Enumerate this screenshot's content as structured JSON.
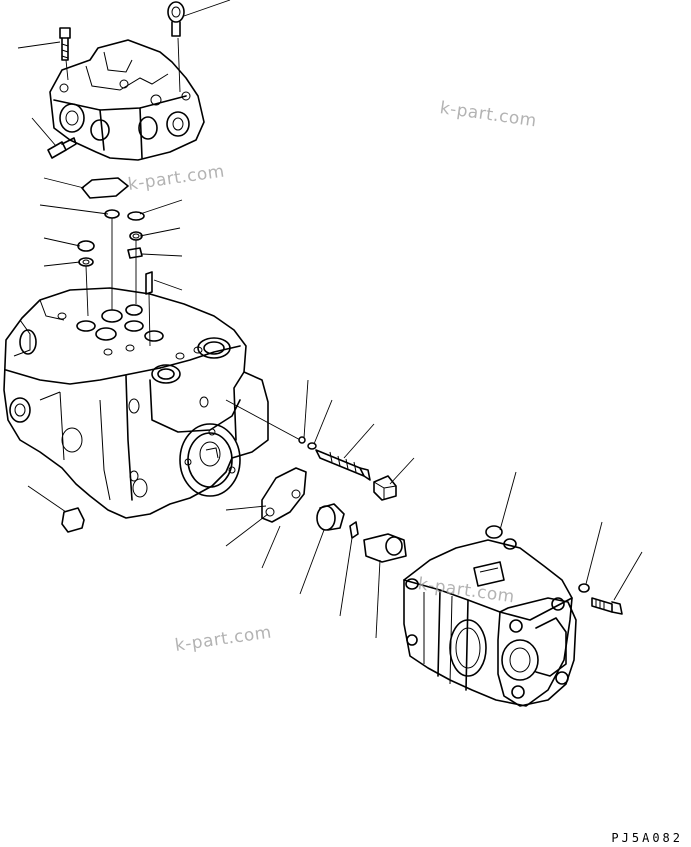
{
  "watermarks": [
    "k-part.com",
    "k-part.com",
    "k-part.com",
    "k-part.com"
  ],
  "drawing_code": "PJ5A082",
  "parts": {
    "top_valve_block": "valve-block",
    "eye_bolt": "eyebolt",
    "mounting_bolt": "bolt",
    "relief_plug": "plug",
    "gasket": "gasket",
    "o_rings": "o-ring",
    "main_pump_body": "pump-body",
    "drive_spline_shaft": "shaft",
    "coupling": "coupling",
    "gear_pump": "gear-pump",
    "spacer_plate": "plate",
    "seal_ring": "seal"
  }
}
